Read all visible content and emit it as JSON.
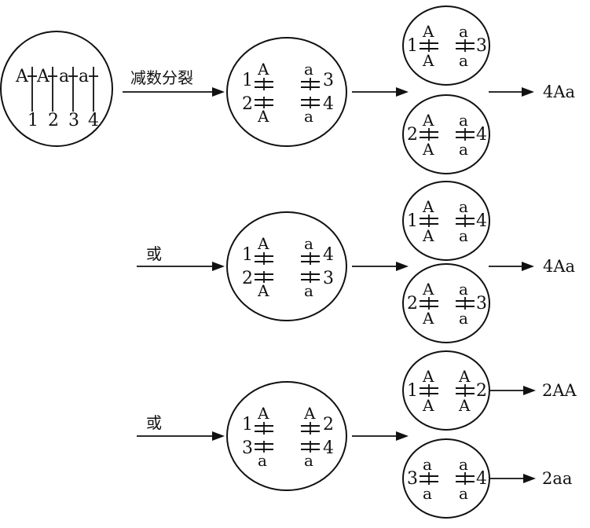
{
  "process_label": "减数分裂",
  "or_label": "或",
  "mother_cell": {
    "letters": [
      "A",
      "A",
      "a",
      "a"
    ],
    "numbers": [
      "1",
      "2",
      "3",
      "4"
    ]
  },
  "rows": [
    {
      "middle": {
        "top_left": {
          "num": "1",
          "allele": "A"
        },
        "top_right": {
          "num": "3",
          "allele": "a"
        },
        "bottom_left": {
          "num": "2",
          "allele": "A"
        },
        "bottom_right": {
          "num": "4",
          "allele": "a"
        }
      },
      "cells": [
        {
          "left_num": "1",
          "left_top": "A",
          "left_bottom": "A",
          "right_top": "a",
          "right_bottom": "a",
          "right_num": "3"
        },
        {
          "left_num": "2",
          "left_top": "A",
          "left_bottom": "A",
          "right_top": "a",
          "right_bottom": "a",
          "right_num": "4"
        }
      ],
      "results": [
        "4Aa"
      ]
    },
    {
      "middle": {
        "top_left": {
          "num": "1",
          "allele": "A"
        },
        "top_right": {
          "num": "4",
          "allele": "a"
        },
        "bottom_left": {
          "num": "2",
          "allele": "A"
        },
        "bottom_right": {
          "num": "3",
          "allele": "a"
        }
      },
      "cells": [
        {
          "left_num": "1",
          "left_top": "A",
          "left_bottom": "A",
          "right_top": "a",
          "right_bottom": "a",
          "right_num": "4"
        },
        {
          "left_num": "2",
          "left_top": "A",
          "left_bottom": "A",
          "right_top": "a",
          "right_bottom": "a",
          "right_num": "3"
        }
      ],
      "results": [
        "4Aa"
      ]
    },
    {
      "middle": {
        "top_left": {
          "num": "1",
          "allele": "A"
        },
        "top_right": {
          "num": "2",
          "allele": "A"
        },
        "bottom_left": {
          "num": "3",
          "allele": "a"
        },
        "bottom_right": {
          "num": "4",
          "allele": "a"
        }
      },
      "cells": [
        {
          "left_num": "1",
          "left_top": "A",
          "left_bottom": "A",
          "right_top": "A",
          "right_bottom": "A",
          "right_num": "2"
        },
        {
          "left_num": "3",
          "left_top": "a",
          "left_bottom": "a",
          "right_top": "a",
          "right_bottom": "a",
          "right_num": "4"
        }
      ],
      "results": [
        "2AA",
        "2aa"
      ]
    }
  ]
}
